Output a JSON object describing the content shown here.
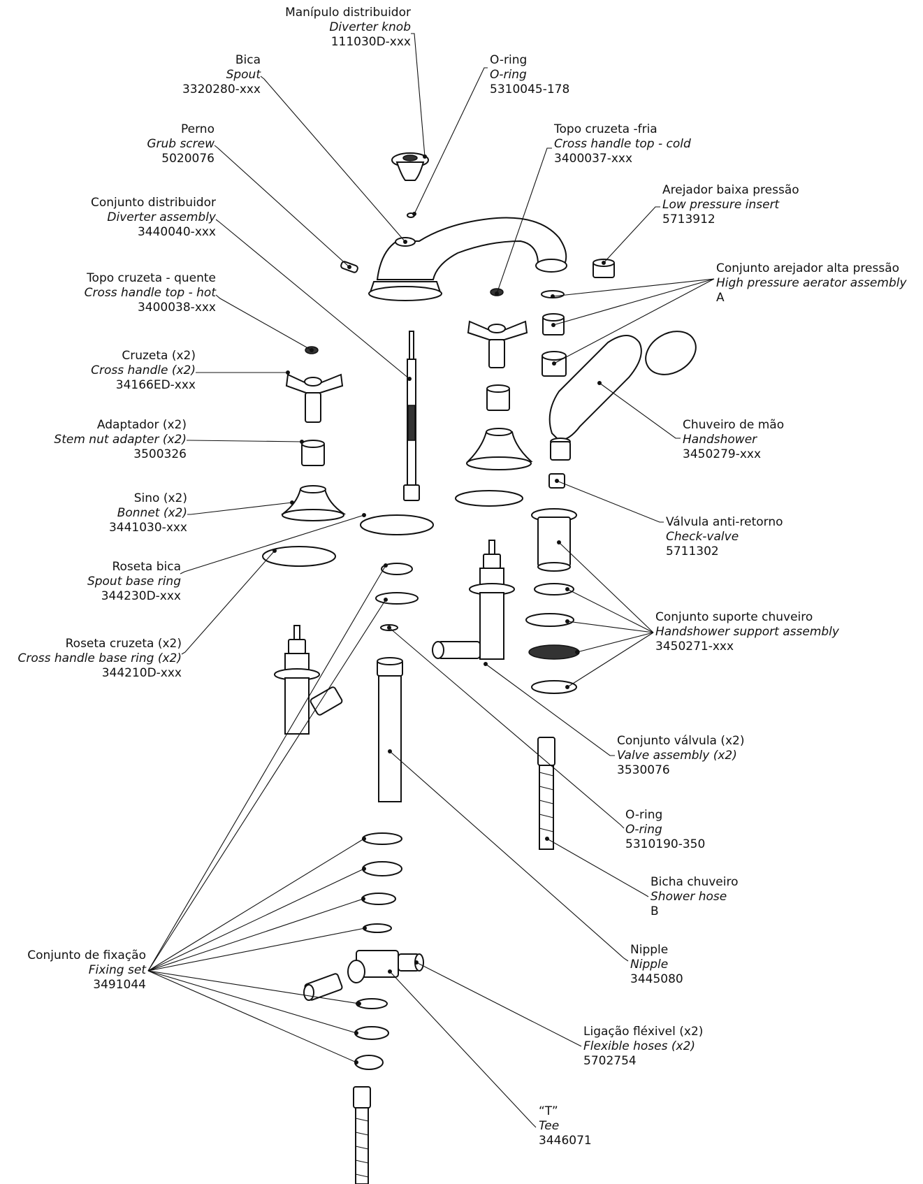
{
  "parts": [
    {
      "id": "diverter-knob",
      "pt": "Manípulo distribuidor",
      "en": "Diverter knob",
      "code": "111030D-xxx"
    },
    {
      "id": "spout",
      "pt": "Bica",
      "en": "Spout",
      "code": "3320280-xxx"
    },
    {
      "id": "o-ring-top",
      "pt": "O-ring",
      "en": "O-ring",
      "code": "5310045-178"
    },
    {
      "id": "grub-screw",
      "pt": "Perno",
      "en": "Grub screw",
      "code": "5020076"
    },
    {
      "id": "cross-handle-top-cold",
      "pt": "Topo cruzeta -fria",
      "en": "Cross handle top - cold",
      "code": "3400037-xxx"
    },
    {
      "id": "low-pressure-insert",
      "pt": "Arejador baixa pressão",
      "en": "Low pressure insert",
      "code": "5713912"
    },
    {
      "id": "diverter-assembly",
      "pt": "Conjunto distribuidor",
      "en": "Diverter assembly",
      "code": "3440040-xxx"
    },
    {
      "id": "high-pressure-aerator",
      "pt": "Conjunto arejador alta pressão",
      "en": "High pressure aerator assembly",
      "code": "A"
    },
    {
      "id": "cross-handle-top-hot",
      "pt": "Topo cruzeta - quente",
      "en": "Cross handle top - hot",
      "code": "3400038-xxx"
    },
    {
      "id": "cross-handle",
      "pt": "Cruzeta (x2)",
      "en": "Cross handle (x2)",
      "code": "34166ED-xxx"
    },
    {
      "id": "handshower",
      "pt": "Chuveiro de mão",
      "en": "Handshower",
      "code": "3450279-xxx"
    },
    {
      "id": "stem-nut-adapter",
      "pt": "Adaptador (x2)",
      "en": "Stem nut adapter (x2)",
      "code": "3500326"
    },
    {
      "id": "bonnet",
      "pt": "Sino (x2)",
      "en": "Bonnet (x2)",
      "code": "3441030-xxx"
    },
    {
      "id": "check-valve",
      "pt": "Válvula anti-retorno",
      "en": "Check-valve",
      "code": "5711302"
    },
    {
      "id": "spout-base-ring",
      "pt": "Roseta bica",
      "en": "Spout base ring",
      "code": "344230D-xxx"
    },
    {
      "id": "handshower-support",
      "pt": "Conjunto suporte chuveiro",
      "en": "Handshower support assembly",
      "code": "3450271-xxx"
    },
    {
      "id": "cross-handle-base-ring",
      "pt": "Roseta cruzeta (x2)",
      "en": "Cross handle base ring (x2)",
      "code": "344210D-xxx"
    },
    {
      "id": "valve-assembly",
      "pt": "Conjunto válvula (x2)",
      "en": "Valve assembly (x2)",
      "code": "3530076"
    },
    {
      "id": "o-ring-lower",
      "pt": "O-ring",
      "en": "O-ring",
      "code": "5310190-350"
    },
    {
      "id": "shower-hose",
      "pt": "Bicha chuveiro",
      "en": "Shower hose",
      "code": "B"
    },
    {
      "id": "nipple",
      "pt": "Nipple",
      "en": "Nipple",
      "code": "3445080"
    },
    {
      "id": "fixing-set",
      "pt": "Conjunto de fixação",
      "en": "Fixing set",
      "code": "3491044"
    },
    {
      "id": "flexible-hoses",
      "pt": "Ligação fléxivel (x2)",
      "en": "Flexible hoses (x2)",
      "code": "5702754"
    },
    {
      "id": "tee",
      "pt": "“T”",
      "en": "Tee",
      "code": "3446071"
    }
  ]
}
